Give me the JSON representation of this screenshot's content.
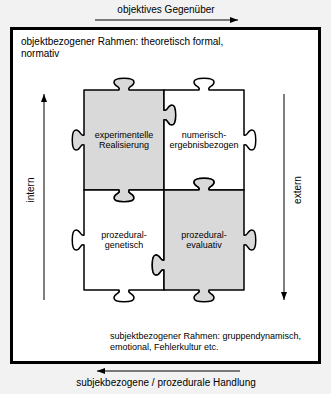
{
  "diagram": {
    "nodes": [
      {
        "text": [
          "objektbezogener Rahmen: theoretisch formal, normativ",
          "subjektbezogener Rahmen: gruppendynamisch, emotional, Fehlerkultur etc."
        ]
      },
      {
        "text": [
          "experimentelle Realisierung"
        ],
        "in": 0
      },
      {
        "text": [
          "numerisch-ergebnisbezogen"
        ],
        "in": 0
      },
      {
        "text": [
          "prozedural-genetisch"
        ],
        "in": 0
      },
      {
        "text": [
          "prozedural-evaluativ"
        ],
        "in": 0
      }
    ],
    "labels": [
      "objektives Gegenüber",
      "intern",
      "extern",
      "subjekbezogene / prozedurale Handlung"
    ]
  }
}
